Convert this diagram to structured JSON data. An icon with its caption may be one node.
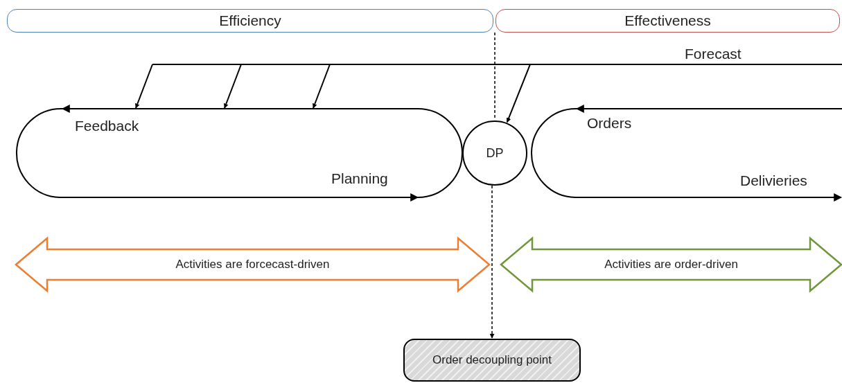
{
  "diagram": {
    "nodes": [
      {
        "text": [
          "Efficiency"
        ]
      },
      {
        "text": [
          "Effectiveness"
        ]
      },
      {
        "text": [
          "Feedback",
          "Planning"
        ]
      },
      {
        "text": [
          "DP"
        ]
      },
      {
        "text": [
          "Orders",
          "Delivieries"
        ]
      },
      {
        "text": [
          "Activities are forcecast-driven"
        ]
      },
      {
        "text": [
          "Activities are order-driven"
        ]
      },
      {
        "text": [
          "Order decoupling point"
        ]
      }
    ],
    "edges": [
      {
        "from": null,
        "to": 2,
        "arrow": "to"
      },
      {
        "from": null,
        "to": 2,
        "arrow": "to"
      },
      {
        "from": null,
        "to": 2,
        "arrow": "to"
      },
      {
        "from": null,
        "to": 3,
        "arrow": "to"
      },
      {
        "from": 0,
        "to": 3,
        "arrow": "none",
        "style": "dashed"
      },
      {
        "from": 3,
        "to": 7,
        "arrow": "to",
        "style": "dashed"
      }
    ],
    "labels": [
      "Forecast"
    ]
  }
}
